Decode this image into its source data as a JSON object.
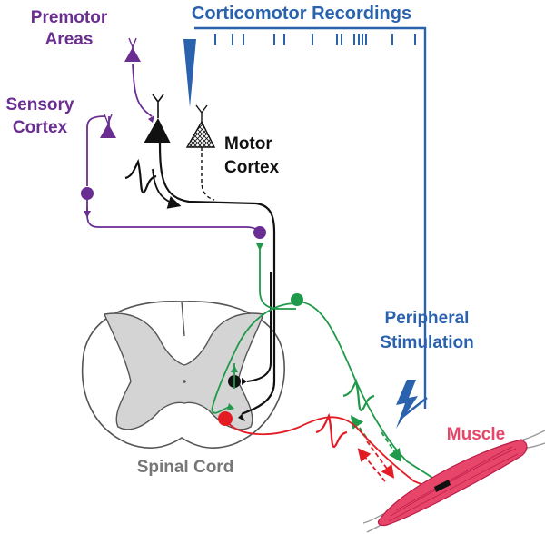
{
  "labels": {
    "premotor_line1": "Premotor",
    "premotor_line2": "Areas",
    "sensory_line1": "Sensory",
    "sensory_line2": "Cortex",
    "motor_line1": "Motor",
    "motor_line2": "Cortex",
    "recordings": "Corticomotor Recordings",
    "peripheral_line1": "Peripheral",
    "peripheral_line2": "Stimulation",
    "muscle": "Muscle",
    "spinal_cord": "Spinal Cord"
  },
  "colors": {
    "purple": "#6a2d91",
    "blue": "#2a62ae",
    "green": "#1e9a4a",
    "red": "#e31b23",
    "muscle": "#e8456a",
    "gray_matter": "#d4d4d4",
    "label_gray": "#777777",
    "black": "#111111"
  },
  "recording_spikes_count": 14
}
